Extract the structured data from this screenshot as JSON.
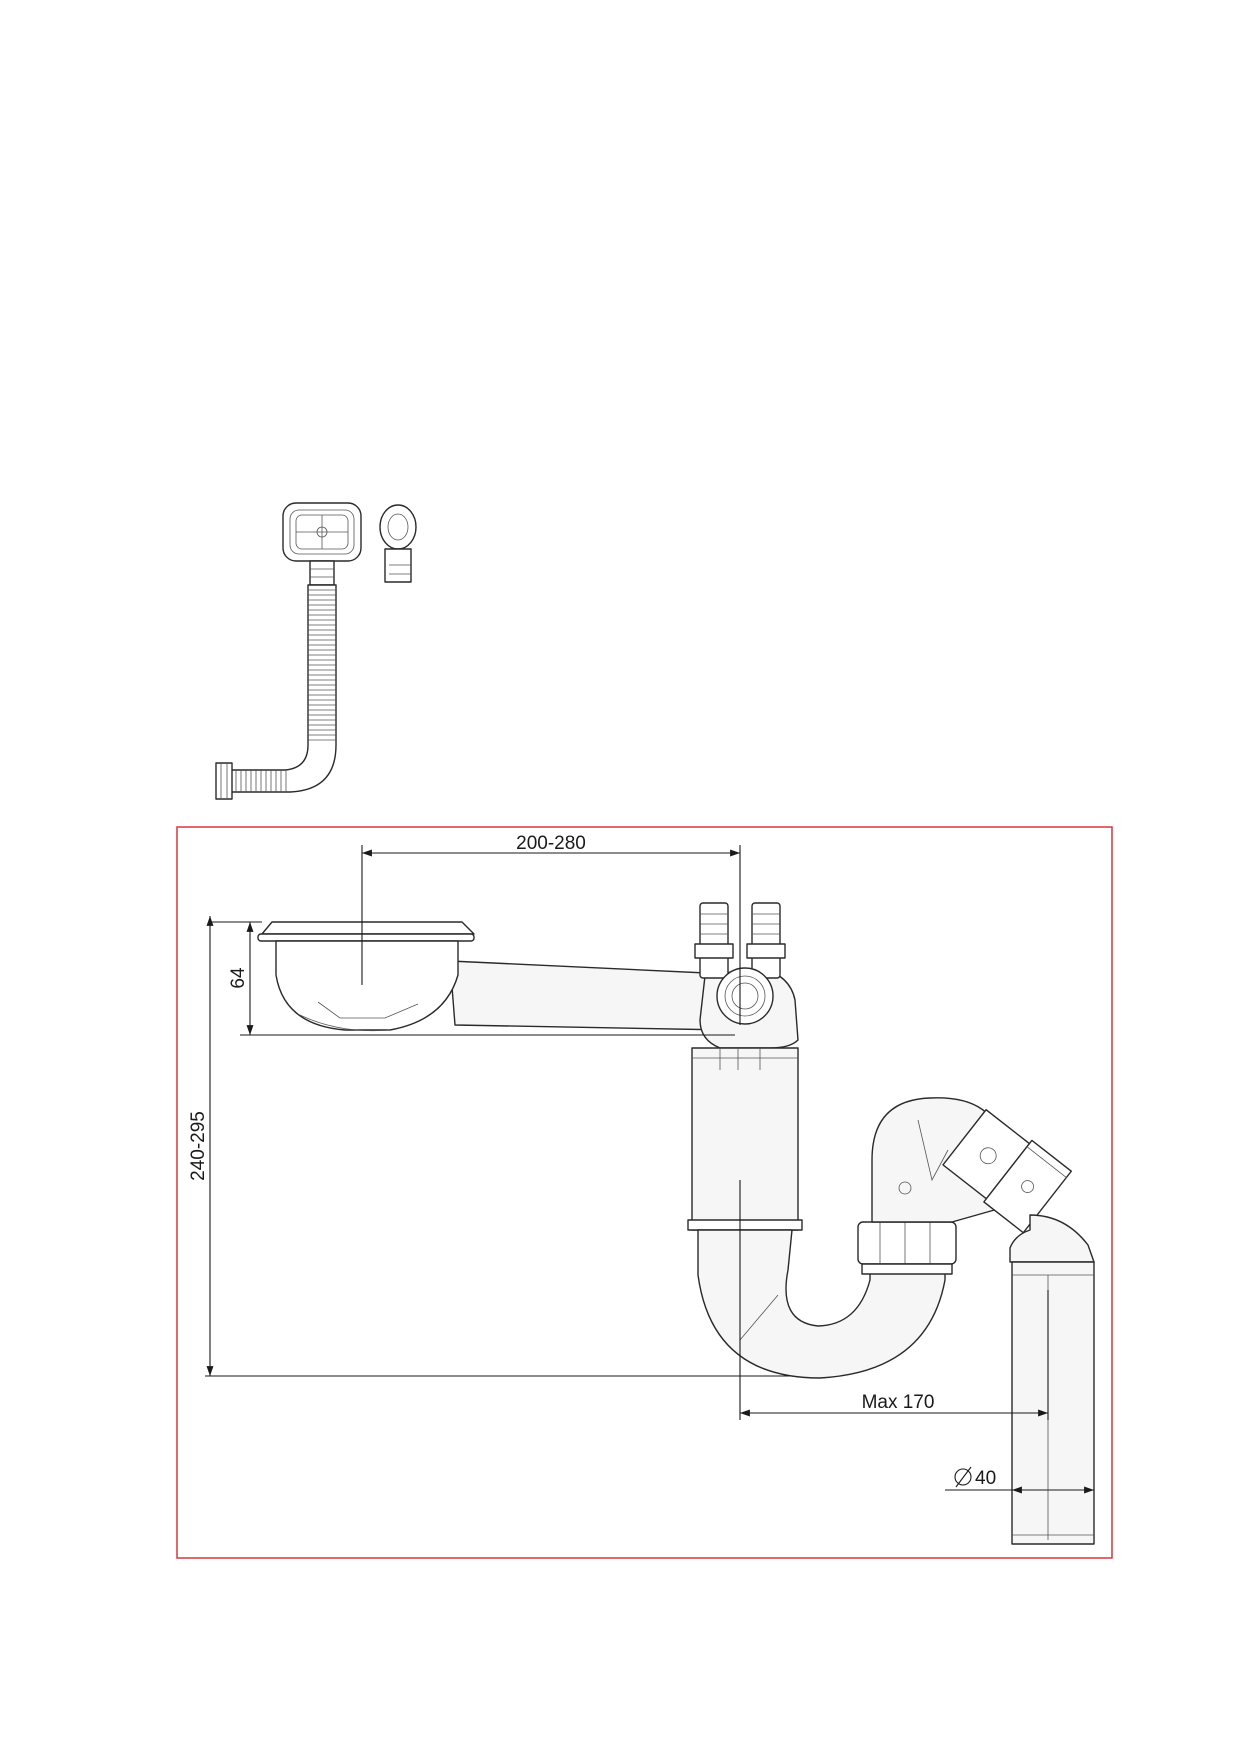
{
  "dimensions": {
    "horizontal_span": "200-280",
    "basket_height": "64",
    "total_height": "240-295",
    "max_offset": "Max 170",
    "pipe_diameter": "40"
  },
  "colors": {
    "frame_border": "#d9363e",
    "line": "#2a2a2a"
  }
}
